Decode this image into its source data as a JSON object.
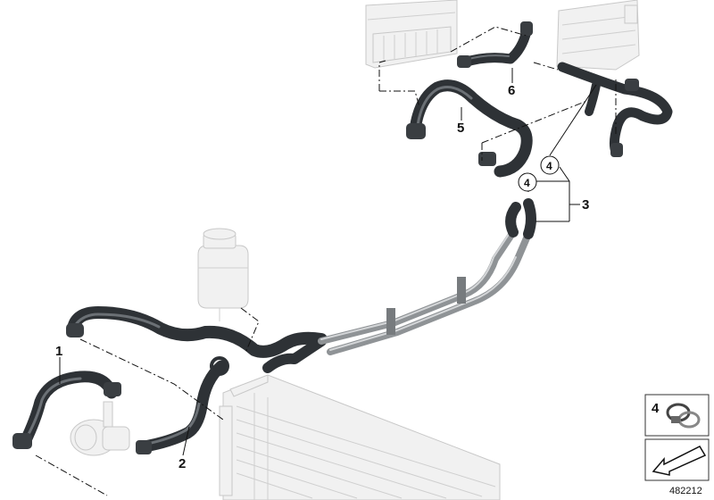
{
  "callouts": {
    "c1": "1",
    "c2": "2",
    "c3": "3",
    "c4a": "4",
    "c4b": "4",
    "c5": "5",
    "c6": "6"
  },
  "legend": {
    "part_number": "4"
  },
  "reference_number": "482212"
}
